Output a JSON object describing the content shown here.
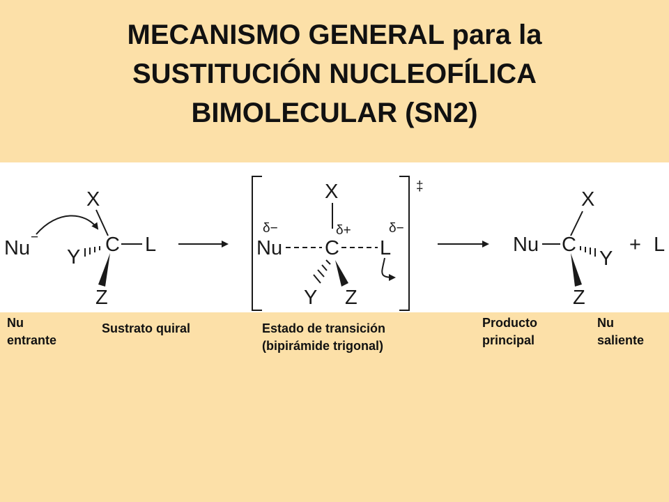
{
  "title": {
    "line1": "MECANISMO GENERAL para la",
    "line2": "SUSTITUCIÓN NUCLEOFÍLICA",
    "line3": "BIMOLECULAR  (SN2)"
  },
  "scheme": {
    "reactant": {
      "nu": "Nu",
      "minus": "−",
      "x": "X",
      "y": "Y",
      "c": "C",
      "l": "L",
      "z": "Z"
    },
    "transition_state": {
      "delta_nu": "δ−",
      "delta_c": "δ+",
      "delta_l": "δ−",
      "nu": "Nu",
      "c": "C",
      "l": "L",
      "x": "X",
      "y": "Y",
      "z": "Z",
      "dagger": "‡"
    },
    "product": {
      "nu": "Nu",
      "c": "C",
      "x": "X",
      "y": "Y",
      "z": "Z",
      "plus": "+",
      "l": "L"
    }
  },
  "labels": {
    "nu_entrante": [
      "Nu",
      "entrante"
    ],
    "sustrato": "Sustrato quiral",
    "estado": [
      "Estado de transición",
      "(bipirámide trigonal)"
    ],
    "producto": [
      "Producto",
      "principal"
    ],
    "nu_saliente": [
      "Nu",
      "saliente"
    ]
  },
  "colors": {
    "background": "#fce0a8",
    "scheme_background": "#ffffff",
    "ink": "#1a1a1a"
  }
}
